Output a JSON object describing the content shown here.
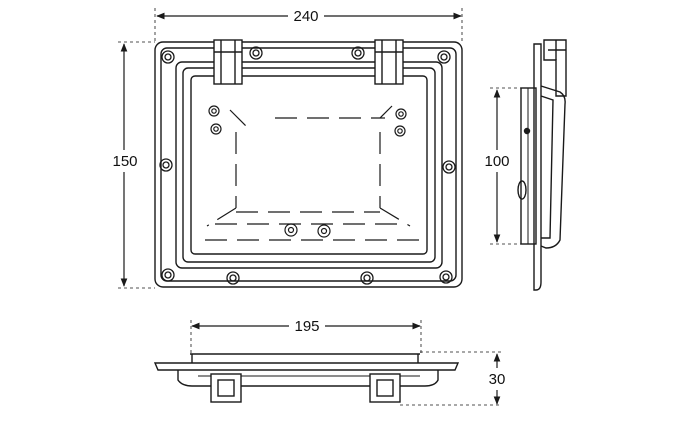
{
  "dimensions": {
    "overall_width": "240",
    "overall_height": "150",
    "recess_width": "195",
    "side_height": "100",
    "depth": "30"
  },
  "colors": {
    "line": "#1a1a1a",
    "background": "#ffffff"
  },
  "views": {
    "front": "plate-front-view",
    "side": "plate-side-view",
    "bottom": "plate-bottom-view"
  }
}
